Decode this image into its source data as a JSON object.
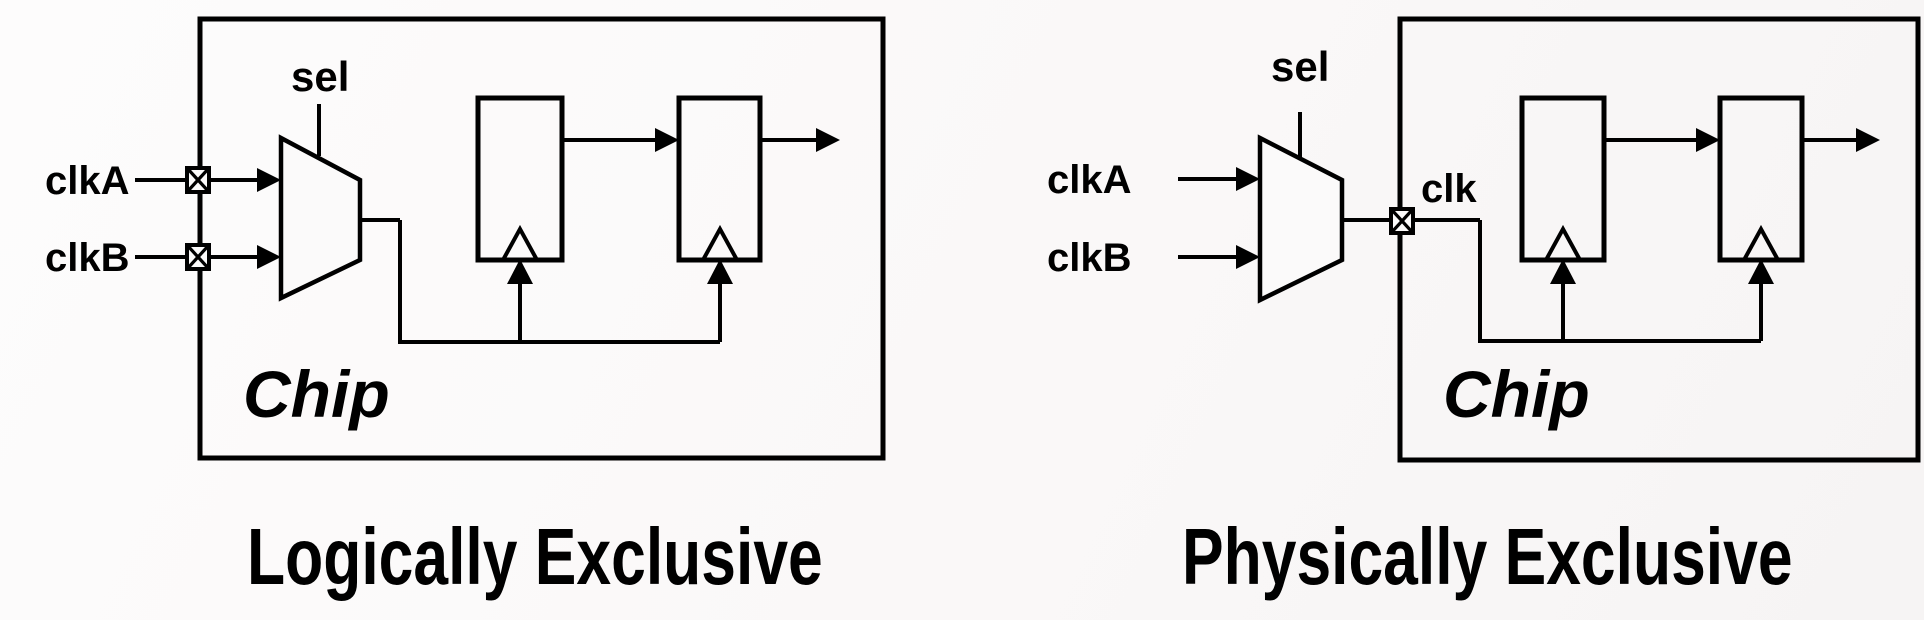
{
  "page": {
    "background": "#fbfafa",
    "ink": "#000000"
  },
  "icons": {
    "io_pad_icon": "⊠",
    "clock_edge_icon": "^"
  },
  "panels": {
    "left": {
      "title": "Logically Exclusive",
      "chip_label": "Chip",
      "sel_label": "sel",
      "clk_a_label": "clkA",
      "clk_b_label": "clkB"
    },
    "right": {
      "title": "Physically Exclusive",
      "chip_label": "Chip",
      "sel_label": "sel",
      "clk_a_label": "clkA",
      "clk_b_label": "clkB",
      "clk_label": "clk"
    }
  }
}
